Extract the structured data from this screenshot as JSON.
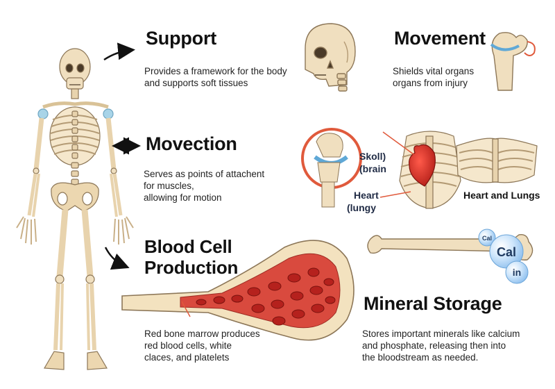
{
  "sections": {
    "support": {
      "title": "Support",
      "desc_lines": [
        "Provides a framework for the body",
        "and supports soft tissues"
      ]
    },
    "movement": {
      "title": "Movement",
      "desc_lines": [
        "Shields vital organs",
        "organs from injury"
      ]
    },
    "movection": {
      "title": "Movection",
      "desc_lines": [
        "Serves as points of attachent",
        "for muscles,",
        "allowing for motion"
      ]
    },
    "blood": {
      "title_lines": [
        "Blood Cell",
        "Production"
      ],
      "desc_lines": [
        "Red bone marrow produces",
        "red blood cells, white",
        "claces, and platelets"
      ]
    },
    "mineral": {
      "title": "Mineral Storage",
      "desc_lines": [
        "Stores important minerals like calcium",
        "and phosphate, releasing then into",
        "the bloodstream as needed."
      ]
    }
  },
  "organ_labels": {
    "skull_brain": [
      "Skoll)",
      "(brain"
    ],
    "heart_lungy": [
      "Heart",
      "(lungy"
    ],
    "heart_and_lungs": "Heart and Lungs"
  },
  "mineral_bubbles": [
    "Cal",
    "Cal",
    "in"
  ],
  "colors": {
    "bone": "#f0dfbf",
    "bone_outline": "#8c7657",
    "marrow": "#d94a3e",
    "cell": "#b5211d",
    "cartilage": "#a8d4e8",
    "accent_ring": "#e05a3c"
  }
}
